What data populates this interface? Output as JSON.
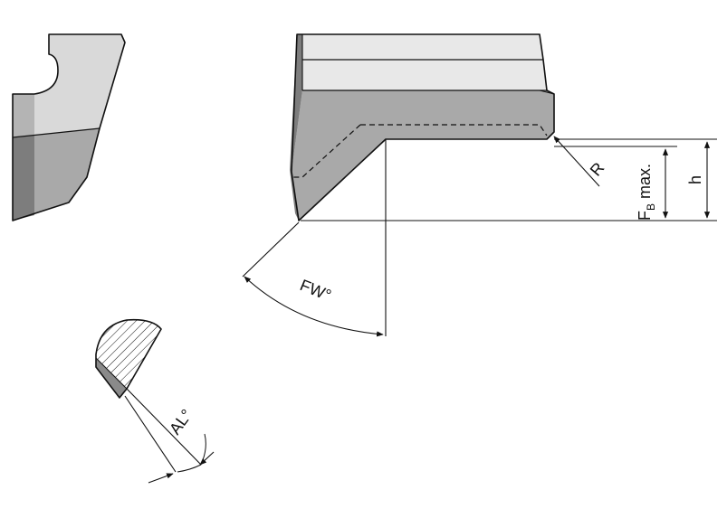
{
  "labels": {
    "r": "R",
    "fb": "F",
    "fb_sub": "B",
    "fb_suffix": " max.",
    "h": "h",
    "fw": "FW°",
    "al": "AL°"
  },
  "colors": {
    "stroke": "#111111",
    "light_face": "#d9d9d9",
    "mid_face": "#a9a9a9",
    "dark_face": "#7d7d7d",
    "band_face": "#e8e8e8"
  }
}
